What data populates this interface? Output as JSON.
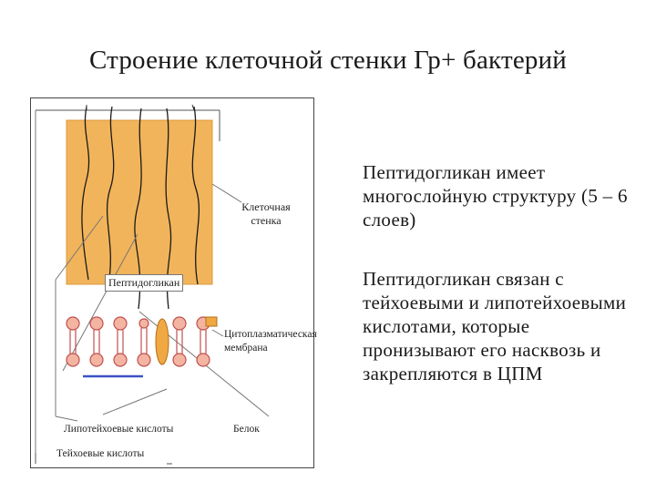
{
  "slide": {
    "title": "Строение клеточной стенки Гр+ бактерий",
    "paragraph_1": "Пептидогликан имеет многослойную структуру (5 – 6 слоев)",
    "paragraph_2": " Пептидогликан связан с тейхоевыми и липотейхоевыми кислотами, которые пронизывают его насквозь и закрепляются в ЦПМ"
  },
  "figure": {
    "label_cell_wall": "Клеточная стенка",
    "label_peptidoglycan": "Пептидогликан",
    "label_membrane": "Цитоплазматическая мембрана",
    "label_lipoteichoic": "Липотейхоевые кислоты",
    "label_protein": "Белок",
    "label_teichoic": "Тейхоевые кислоты",
    "colors": {
      "wall_fill": "#f2b45a",
      "protein_fill": "#f0a843",
      "lipid_head": "#f3b5a2",
      "lipid_outline": "#c0504d",
      "marker_line": "#3a53c6"
    }
  }
}
